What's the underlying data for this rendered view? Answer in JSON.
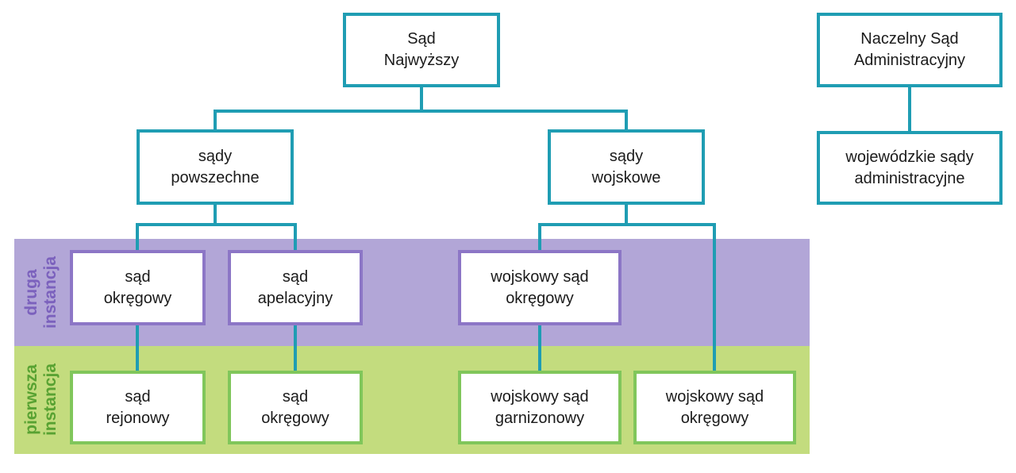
{
  "colors": {
    "teal": "#1f9db3",
    "purple_band": "#b2a6d7",
    "purple_border": "#8c76c6",
    "purple_label": "#7b61bd",
    "green_band": "#c3dc7e",
    "green_border": "#80c65b",
    "green_label": "#58a232",
    "text": "#1b1b1b",
    "bg": "#ffffff"
  },
  "nodes": {
    "sad_najwyzszy": {
      "label": "Sąd\nNajwyższy"
    },
    "naczelny_sad_administracyjny": {
      "label": "Naczelny Sąd\nAdministracyjny"
    },
    "sady_powszechne": {
      "label": "sądy\npowszechne"
    },
    "sady_wojskowe": {
      "label": "sądy\nwojskowe"
    },
    "wojewodzkie_sady_administracyjne": {
      "label": "wojewódzkie sądy\nadministracyjne"
    },
    "sad_okregowy_druga": {
      "label": "sąd\nokręgowy"
    },
    "sad_apelacyjny": {
      "label": "sąd\napelacyjny"
    },
    "wojskowy_sad_okregowy_druga": {
      "label": "wojskowy sąd\nokręgowy"
    },
    "sad_rejonowy": {
      "label": "sąd\nrejonowy"
    },
    "sad_okregowy_pierwsza": {
      "label": "sąd\nokręgowy"
    },
    "wojskowy_sad_garnizonowy": {
      "label": "wojskowy sąd\ngarnizonowy"
    },
    "wojskowy_sad_okregowy_pierwsza": {
      "label": "wojskowy sąd\nokręgowy"
    }
  },
  "bands": {
    "second_instance": {
      "label": "druga\ninstancja"
    },
    "first_instance": {
      "label": "pierwsza\ninstancja"
    }
  }
}
